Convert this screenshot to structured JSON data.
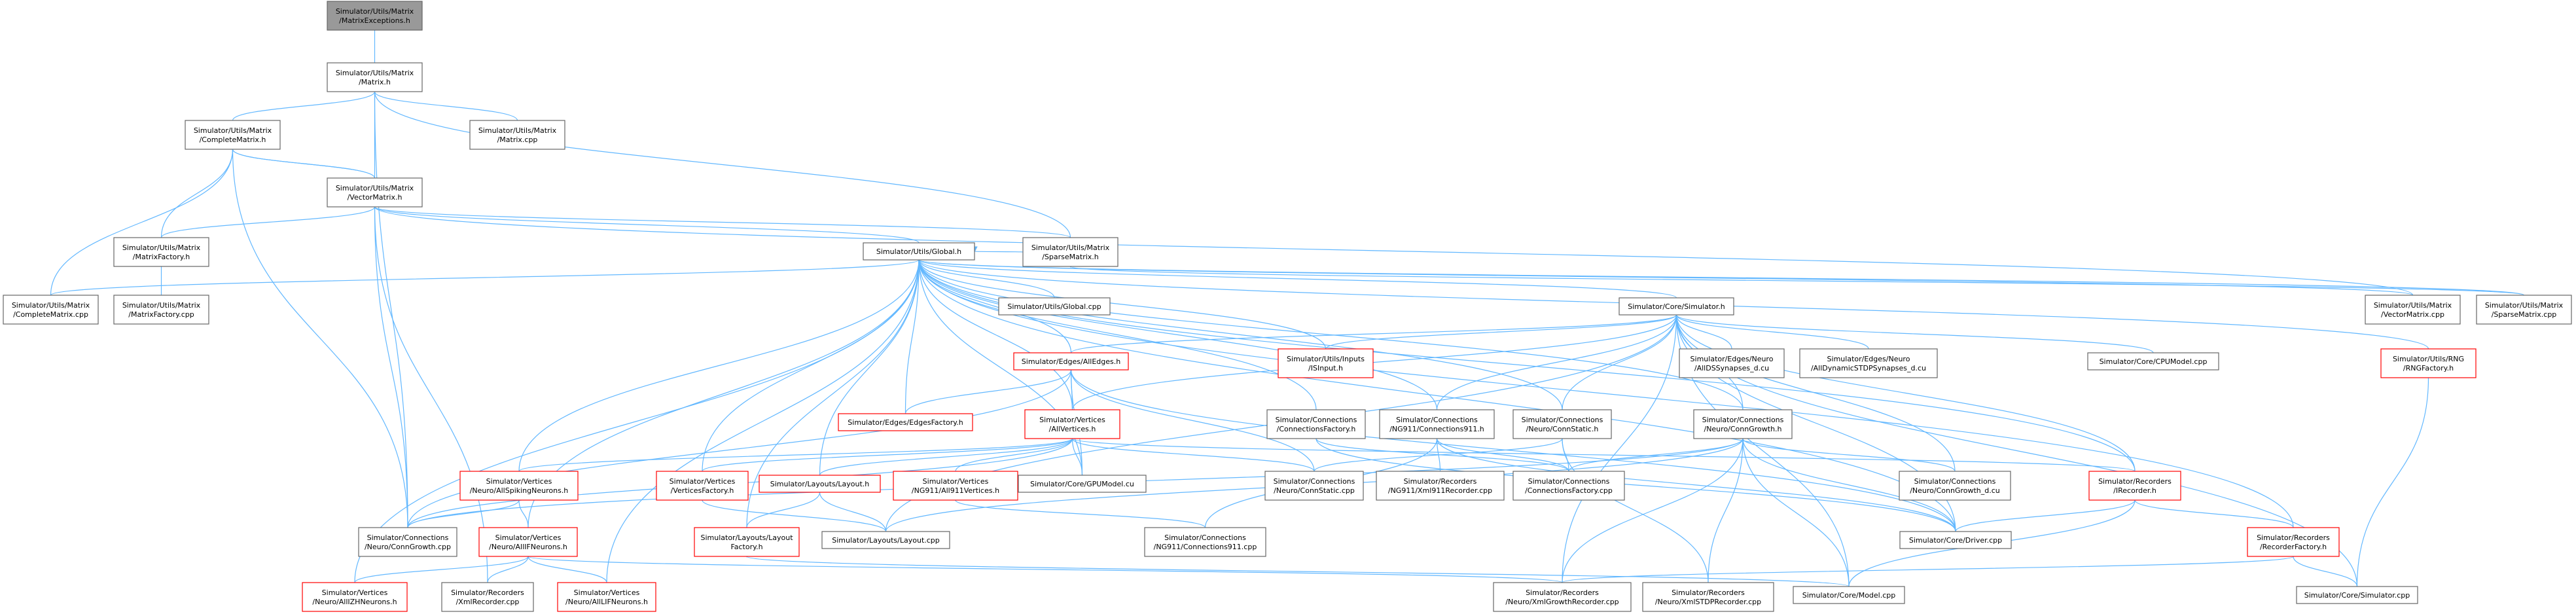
{
  "colors": {
    "edge": "#63b8ff",
    "node_fill": "#ffffff",
    "node_border": "#666666",
    "highlight_fill": "#999999",
    "highlight_border": "#666666",
    "red_border": "#ff0000"
  },
  "nodes": [
    {
      "id": "matrixexceptions",
      "lines": [
        "Simulator/Utils/Matrix",
        "/MatrixExceptions.h"
      ],
      "style": "highlight"
    },
    {
      "id": "matrix_h",
      "lines": [
        "Simulator/Utils/Matrix",
        "/Matrix.h"
      ],
      "style": "normal"
    },
    {
      "id": "completematrix_h",
      "lines": [
        "Simulator/Utils/Matrix",
        "/CompleteMatrix.h"
      ],
      "style": "normal"
    },
    {
      "id": "matrix_cpp",
      "lines": [
        "Simulator/Utils/Matrix",
        "/Matrix.cpp"
      ],
      "style": "normal"
    },
    {
      "id": "vectormatrix_h",
      "lines": [
        "Simulator/Utils/Matrix",
        "/VectorMatrix.h"
      ],
      "style": "normal"
    },
    {
      "id": "matrixfactory_h",
      "lines": [
        "Simulator/Utils/Matrix",
        "/MatrixFactory.h"
      ],
      "style": "normal"
    },
    {
      "id": "global_h",
      "lines": [
        "Simulator/Utils/Global.h"
      ],
      "style": "normal"
    },
    {
      "id": "sparsematrix_h",
      "lines": [
        "Simulator/Utils/Matrix",
        "/SparseMatrix.h"
      ],
      "style": "normal"
    },
    {
      "id": "completematrix_cpp",
      "lines": [
        "Simulator/Utils/Matrix",
        "/CompleteMatrix.cpp"
      ],
      "style": "normal"
    },
    {
      "id": "matrixfactory_cpp",
      "lines": [
        "Simulator/Utils/Matrix",
        "/MatrixFactory.cpp"
      ],
      "style": "normal"
    },
    {
      "id": "global_cpp",
      "lines": [
        "Simulator/Utils/Global.cpp"
      ],
      "style": "normal"
    },
    {
      "id": "simulator_h",
      "lines": [
        "Simulator/Core/Simulator.h"
      ],
      "style": "normal"
    },
    {
      "id": "vectormatrix_cpp",
      "lines": [
        "Simulator/Utils/Matrix",
        "/VectorMatrix.cpp"
      ],
      "style": "normal"
    },
    {
      "id": "sparsematrix_cpp",
      "lines": [
        "Simulator/Utils/Matrix",
        "/SparseMatrix.cpp"
      ],
      "style": "normal"
    },
    {
      "id": "alledges_h",
      "lines": [
        "Simulator/Edges/AllEdges.h"
      ],
      "style": "red"
    },
    {
      "id": "isinput_h",
      "lines": [
        "Simulator/Utils/Inputs",
        "/ISInput.h"
      ],
      "style": "red"
    },
    {
      "id": "alldssynapses",
      "lines": [
        "Simulator/Edges/Neuro",
        "/AllDSSynapses_d.cu"
      ],
      "style": "normal"
    },
    {
      "id": "alldynamicstdp",
      "lines": [
        "Simulator/Edges/Neuro",
        "/AllDynamicSTDPSynapses_d.cu"
      ],
      "style": "normal"
    },
    {
      "id": "cpumodel_cpp",
      "lines": [
        "Simulator/Core/CPUModel.cpp"
      ],
      "style": "normal"
    },
    {
      "id": "rngfactory_h",
      "lines": [
        "Simulator/Utils/RNG",
        "/RNGFactory.h"
      ],
      "style": "red"
    },
    {
      "id": "edgesfactory_h",
      "lines": [
        "Simulator/Edges/EdgesFactory.h"
      ],
      "style": "red"
    },
    {
      "id": "allvertices_h",
      "lines": [
        "Simulator/Vertices",
        "/AllVertices.h"
      ],
      "style": "red"
    },
    {
      "id": "connectionsfactory_h",
      "lines": [
        "Simulator/Connections",
        "/ConnectionsFactory.h"
      ],
      "style": "normal"
    },
    {
      "id": "connections911_h",
      "lines": [
        "Simulator/Connections",
        "/NG911/Connections911.h"
      ],
      "style": "normal"
    },
    {
      "id": "connstatic_h",
      "lines": [
        "Simulator/Connections",
        "/Neuro/ConnStatic.h"
      ],
      "style": "normal"
    },
    {
      "id": "conngrowth_h",
      "lines": [
        "Simulator/Connections",
        "/Neuro/ConnGrowth.h"
      ],
      "style": "normal"
    },
    {
      "id": "allspikingneurons_h",
      "lines": [
        "Simulator/Vertices",
        "/Neuro/AllSpikingNeurons.h"
      ],
      "style": "red"
    },
    {
      "id": "verticesfactory_h",
      "lines": [
        "Simulator/Vertices",
        "/VerticesFactory.h"
      ],
      "style": "red"
    },
    {
      "id": "layout_h",
      "lines": [
        "Simulator/Layouts/Layout.h"
      ],
      "style": "red"
    },
    {
      "id": "all911vertices_h",
      "lines": [
        "Simulator/Vertices",
        "/NG911/All911Vertices.h"
      ],
      "style": "red"
    },
    {
      "id": "gpumodel_cu",
      "lines": [
        "Simulator/Core/GPUModel.cu"
      ],
      "style": "normal"
    },
    {
      "id": "connstatic_cpp",
      "lines": [
        "Simulator/Connections",
        "/Neuro/ConnStatic.cpp"
      ],
      "style": "normal"
    },
    {
      "id": "xml911recorder_cpp",
      "lines": [
        "Simulator/Recorders",
        "/NG911/Xml911Recorder.cpp"
      ],
      "style": "normal"
    },
    {
      "id": "connectionsfactory_cpp",
      "lines": [
        "Simulator/Connections",
        "/ConnectionsFactory.cpp"
      ],
      "style": "normal"
    },
    {
      "id": "conngrowth_d_cu",
      "lines": [
        "Simulator/Connections",
        "/Neuro/ConnGrowth_d.cu"
      ],
      "style": "normal"
    },
    {
      "id": "irecorder_h",
      "lines": [
        "Simulator/Recorders",
        "/IRecorder.h"
      ],
      "style": "red"
    },
    {
      "id": "conngrowth_cpp",
      "lines": [
        "Simulator/Connections",
        "/Neuro/ConnGrowth.cpp"
      ],
      "style": "normal"
    },
    {
      "id": "allifneurons_h",
      "lines": [
        "Simulator/Vertices",
        "/Neuro/AllIFNeurons.h"
      ],
      "style": "red"
    },
    {
      "id": "layoutfactory_h",
      "lines": [
        "Simulator/Layouts/Layout",
        "Factory.h"
      ],
      "style": "red"
    },
    {
      "id": "layout_cpp",
      "lines": [
        "Simulator/Layouts/Layout.cpp"
      ],
      "style": "normal"
    },
    {
      "id": "connections911_cpp",
      "lines": [
        "Simulator/Connections",
        "/NG911/Connections911.cpp"
      ],
      "style": "normal"
    },
    {
      "id": "driver_cpp",
      "lines": [
        "Simulator/Core/Driver.cpp"
      ],
      "style": "normal"
    },
    {
      "id": "recorderfactory_h",
      "lines": [
        "Simulator/Recorders",
        "/RecorderFactory.h"
      ],
      "style": "red"
    },
    {
      "id": "allizhneurons_h",
      "lines": [
        "Simulator/Vertices",
        "/Neuro/AllIZHNeurons.h"
      ],
      "style": "red"
    },
    {
      "id": "xmlrecorder_cpp",
      "lines": [
        "Simulator/Recorders",
        "/XmlRecorder.cpp"
      ],
      "style": "normal"
    },
    {
      "id": "alllifneurons_h",
      "lines": [
        "Simulator/Vertices",
        "/Neuro/AllLIFNeurons.h"
      ],
      "style": "red"
    },
    {
      "id": "xmlgrowthrecorder_cpp",
      "lines": [
        "Simulator/Recorders",
        "/Neuro/XmlGrowthRecorder.cpp"
      ],
      "style": "normal"
    },
    {
      "id": "xmlstdprecorder_cpp",
      "lines": [
        "Simulator/Recorders",
        "/Neuro/XmlSTDPRecorder.cpp"
      ],
      "style": "normal"
    },
    {
      "id": "model_cpp",
      "lines": [
        "Simulator/Core/Model.cpp"
      ],
      "style": "normal"
    },
    {
      "id": "simulator_cpp",
      "lines": [
        "Simulator/Core/Simulator.cpp"
      ],
      "style": "normal"
    }
  ],
  "edges": [
    [
      "matrixexceptions",
      "matrix_h"
    ],
    [
      "matrix_h",
      "completematrix_h"
    ],
    [
      "matrix_h",
      "matrix_cpp"
    ],
    [
      "matrix_h",
      "vectormatrix_h"
    ],
    [
      "matrix_h",
      "sparsematrix_h"
    ],
    [
      "matrix_h",
      "conngrowth_cpp"
    ],
    [
      "completematrix_h",
      "vectormatrix_h"
    ],
    [
      "completematrix_h",
      "matrixfactory_h"
    ],
    [
      "completematrix_h",
      "completematrix_cpp"
    ],
    [
      "completematrix_h",
      "conngrowth_cpp"
    ],
    [
      "vectormatrix_h",
      "completematrix_h"
    ],
    [
      "vectormatrix_h",
      "matrixfactory_h"
    ],
    [
      "vectormatrix_h",
      "sparsematrix_h"
    ],
    [
      "vectormatrix_h",
      "vectormatrix_cpp"
    ],
    [
      "vectormatrix_h",
      "conngrowth_cpp"
    ],
    [
      "vectormatrix_h",
      "xmlrecorder_cpp"
    ],
    [
      "vectormatrix_h",
      "global_h"
    ],
    [
      "matrixfactory_h",
      "matrixfactory_cpp"
    ],
    [
      "sparsematrix_h",
      "sparsematrix_cpp"
    ],
    [
      "global_h",
      "sparsematrix_h"
    ],
    [
      "global_h",
      "completematrix_cpp"
    ],
    [
      "global_h",
      "global_cpp"
    ],
    [
      "global_h",
      "simulator_h"
    ],
    [
      "global_h",
      "vectormatrix_cpp"
    ],
    [
      "global_h",
      "sparsematrix_cpp"
    ],
    [
      "global_h",
      "alledges_h"
    ],
    [
      "global_h",
      "isinput_h"
    ],
    [
      "global_h",
      "rngfactory_h"
    ],
    [
      "global_h",
      "edgesfactory_h"
    ],
    [
      "global_h",
      "allvertices_h"
    ],
    [
      "global_h",
      "connectionsfactory_h"
    ],
    [
      "global_h",
      "connections911_h"
    ],
    [
      "global_h",
      "connstatic_h"
    ],
    [
      "global_h",
      "conngrowth_h"
    ],
    [
      "global_h",
      "allspikingneurons_h"
    ],
    [
      "global_h",
      "verticesfactory_h"
    ],
    [
      "global_h",
      "layout_h"
    ],
    [
      "global_h",
      "gpumodel_cu"
    ],
    [
      "global_h",
      "irecorder_h"
    ],
    [
      "global_h",
      "allifneurons_h"
    ],
    [
      "global_h",
      "layoutfactory_h"
    ],
    [
      "global_h",
      "recorderfactory_h"
    ],
    [
      "global_h",
      "allizhneurons_h"
    ],
    [
      "global_h",
      "alllifneurons_h"
    ],
    [
      "global_h",
      "driver_cpp"
    ],
    [
      "simulator_h",
      "alledges_h"
    ],
    [
      "simulator_h",
      "isinput_h"
    ],
    [
      "simulator_h",
      "alldssynapses"
    ],
    [
      "simulator_h",
      "alldynamicstdp"
    ],
    [
      "simulator_h",
      "cpumodel_cpp"
    ],
    [
      "simulator_h",
      "allvertices_h"
    ],
    [
      "simulator_h",
      "connections911_h"
    ],
    [
      "simulator_h",
      "connstatic_h"
    ],
    [
      "simulator_h",
      "conngrowth_h"
    ],
    [
      "simulator_h",
      "conngrowth_d_cu"
    ],
    [
      "simulator_h",
      "irecorder_h"
    ],
    [
      "simulator_h",
      "driver_cpp"
    ],
    [
      "simulator_h",
      "model_cpp"
    ],
    [
      "simulator_h",
      "simulator_cpp"
    ],
    [
      "simulator_h",
      "layout_cpp"
    ],
    [
      "simulator_h",
      "xmlgrowthrecorder_cpp"
    ],
    [
      "alledges_h",
      "edgesfactory_h"
    ],
    [
      "alledges_h",
      "allvertices_h"
    ],
    [
      "alledges_h",
      "gpumodel_cu"
    ],
    [
      "alledges_h",
      "connstatic_cpp"
    ],
    [
      "alledges_h",
      "conngrowth_cpp"
    ],
    [
      "alledges_h",
      "driver_cpp"
    ],
    [
      "rngfactory_h",
      "simulator_cpp"
    ],
    [
      "allvertices_h",
      "allspikingneurons_h"
    ],
    [
      "allvertices_h",
      "verticesfactory_h"
    ],
    [
      "allvertices_h",
      "layout_h"
    ],
    [
      "allvertices_h",
      "all911vertices_h"
    ],
    [
      "allvertices_h",
      "gpumodel_cu"
    ],
    [
      "allvertices_h",
      "connstatic_cpp"
    ],
    [
      "allvertices_h",
      "irecorder_h"
    ],
    [
      "allvertices_h",
      "conngrowth_cpp"
    ],
    [
      "connectionsfactory_h",
      "connectionsfactory_cpp"
    ],
    [
      "connectionsfactory_h",
      "driver_cpp"
    ],
    [
      "connections911_h",
      "xml911recorder_cpp"
    ],
    [
      "connections911_h",
      "connectionsfactory_cpp"
    ],
    [
      "connections911_h",
      "connections911_cpp"
    ],
    [
      "connections911_h",
      "driver_cpp"
    ],
    [
      "connstatic_h",
      "connstatic_cpp"
    ],
    [
      "connstatic_h",
      "connectionsfactory_cpp"
    ],
    [
      "connstatic_h",
      "xmlstdprecorder_cpp"
    ],
    [
      "conngrowth_h",
      "connectionsfactory_cpp"
    ],
    [
      "conngrowth_h",
      "conngrowth_d_cu"
    ],
    [
      "conngrowth_h",
      "conngrowth_cpp"
    ],
    [
      "conngrowth_h",
      "driver_cpp"
    ],
    [
      "conngrowth_h",
      "xmlgrowthrecorder_cpp"
    ],
    [
      "conngrowth_h",
      "xmlstdprecorder_cpp"
    ],
    [
      "conngrowth_h",
      "model_cpp"
    ],
    [
      "conngrowth_h",
      "layout_cpp"
    ],
    [
      "allspikingneurons_h",
      "allifneurons_h"
    ],
    [
      "allspikingneurons_h",
      "conngrowth_cpp"
    ],
    [
      "verticesfactory_h",
      "layout_cpp"
    ],
    [
      "layout_h",
      "layoutfactory_h"
    ],
    [
      "layout_h",
      "layout_cpp"
    ],
    [
      "all911vertices_h",
      "connections911_cpp"
    ],
    [
      "irecorder_h",
      "recorderfactory_h"
    ],
    [
      "irecorder_h",
      "driver_cpp"
    ],
    [
      "irecorder_h",
      "model_cpp"
    ],
    [
      "allifneurons_h",
      "allizhneurons_h"
    ],
    [
      "allifneurons_h",
      "xmlrecorder_cpp"
    ],
    [
      "allifneurons_h",
      "alllifneurons_h"
    ],
    [
      "allifneurons_h",
      "xmlgrowthrecorder_cpp"
    ],
    [
      "layoutfactory_h",
      "model_cpp"
    ],
    [
      "recorderfactory_h",
      "xmlgrowthrecorder_cpp"
    ],
    [
      "recorderfactory_h",
      "simulator_cpp"
    ]
  ]
}
